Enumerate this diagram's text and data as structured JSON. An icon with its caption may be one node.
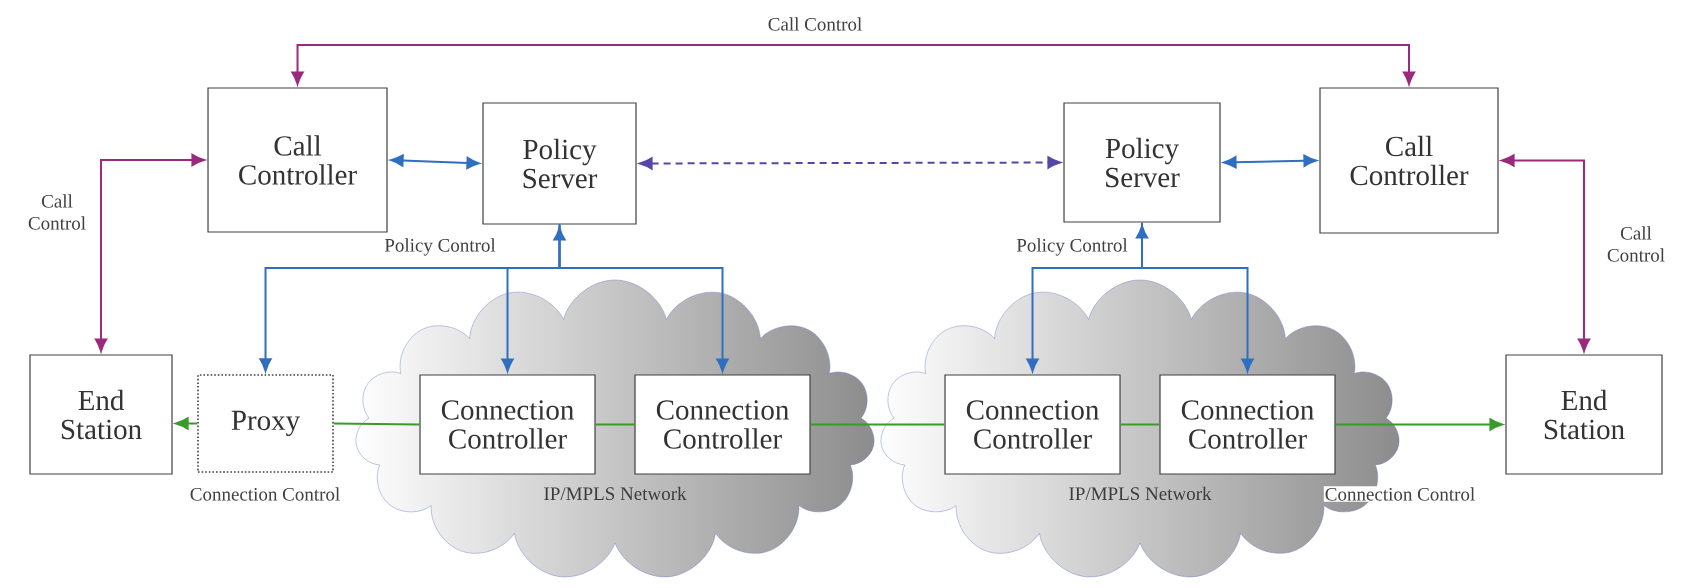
{
  "diagram": {
    "nodes": [
      {
        "text": [
          "Call Controller"
        ]
      },
      {
        "text": [
          "Policy Server"
        ]
      },
      {
        "text": [
          "Policy Server"
        ]
      },
      {
        "text": [
          "Call Controller"
        ]
      },
      {
        "text": [
          "End Station"
        ]
      },
      {
        "text": [
          "Proxy"
        ]
      },
      {
        "text": [
          "IP/MPLS Network"
        ]
      },
      {
        "text": [
          "Connection Controller"
        ],
        "in": 6
      },
      {
        "text": [
          "Connection Controller"
        ],
        "in": 6
      },
      {
        "text": [
          "IP/MPLS Network"
        ]
      },
      {
        "text": [
          "Connection Controller"
        ],
        "in": 9
      },
      {
        "text": [
          "Connection Controller"
        ],
        "in": 9
      },
      {
        "text": [
          "End Station"
        ]
      }
    ],
    "edges": [
      {
        "from": 0,
        "to": 3,
        "arrow": "both",
        "label": "Call Control",
        "color": "#9b2a7e"
      },
      {
        "from": 0,
        "to": 1,
        "arrow": "both",
        "color": "#2f6fc0"
      },
      {
        "from": 1,
        "to": 2,
        "arrow": "both",
        "style": "dashed",
        "color": "#5546a8"
      },
      {
        "from": 2,
        "to": 3,
        "arrow": "both",
        "color": "#2f6fc0"
      },
      {
        "from": 0,
        "to": 4,
        "arrow": "both",
        "label": "Call Control",
        "color": "#9b2a7e"
      },
      {
        "from": 3,
        "to": 12,
        "arrow": "both",
        "label": "Call Control",
        "color": "#9b2a7e"
      },
      {
        "from": 1,
        "to": 5,
        "arrow": "both",
        "label": "Policy Control",
        "color": "#2f6fc0"
      },
      {
        "from": 1,
        "to": 7,
        "arrow": "to",
        "color": "#2f6fc0"
      },
      {
        "from": 1,
        "to": 8,
        "arrow": "to",
        "color": "#2f6fc0"
      },
      {
        "from": 2,
        "to": 10,
        "arrow": "both",
        "label": "Policy Control",
        "color": "#2f6fc0"
      },
      {
        "from": 2,
        "to": 11,
        "arrow": "to",
        "color": "#2f6fc0"
      },
      {
        "from": 5,
        "to": 4,
        "arrow": "to",
        "label": "Connection Control",
        "color": "#3a9a2a"
      },
      {
        "from": 7,
        "to": 5,
        "arrow": "none",
        "color": "#3a9a2a"
      },
      {
        "from": 7,
        "to": 8,
        "arrow": "none",
        "color": "#3a9a2a"
      },
      {
        "from": 8,
        "to": 10,
        "arrow": "none",
        "color": "#3a9a2a"
      },
      {
        "from": 10,
        "to": 11,
        "arrow": "none",
        "color": "#3a9a2a"
      },
      {
        "from": 11,
        "to": 12,
        "arrow": "to",
        "label": "Connection Control",
        "color": "#3a9a2a"
      }
    ]
  }
}
